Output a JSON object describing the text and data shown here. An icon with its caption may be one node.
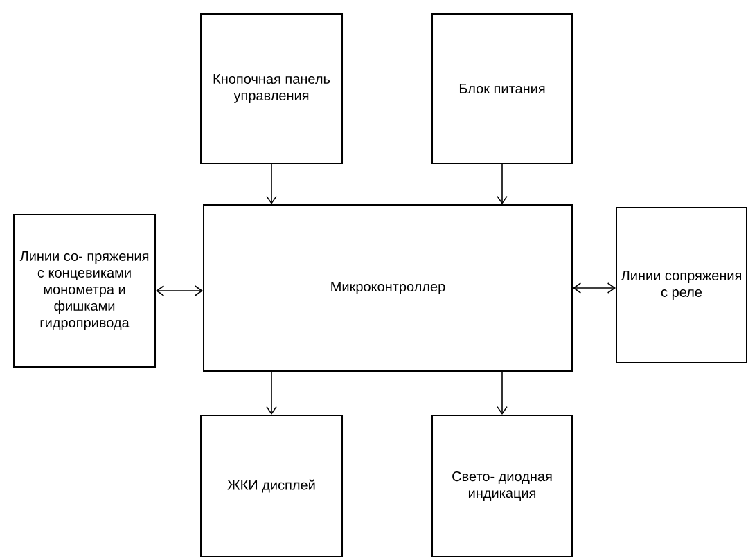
{
  "diagram": {
    "nodes": [
      {
        "text": [
          "Кнопочная панель управления"
        ]
      },
      {
        "text": [
          "Блок питания"
        ]
      },
      {
        "text": [
          "Линии со- пряжения с концевиками монометра и фишками гидропривода"
        ]
      },
      {
        "text": [
          "Микроконтроллер"
        ]
      },
      {
        "text": [
          "Линии сопряжения с реле"
        ]
      },
      {
        "text": [
          "ЖКИ дисплей"
        ]
      },
      {
        "text": [
          "Свето- диодная индикация"
        ]
      }
    ],
    "edges": [
      {
        "from": 0,
        "to": 3,
        "arrow": "to"
      },
      {
        "from": 1,
        "to": 3,
        "arrow": "to"
      },
      {
        "from": 2,
        "to": 3,
        "arrow": "both"
      },
      {
        "from": 3,
        "to": 4,
        "arrow": "both"
      },
      {
        "from": 3,
        "to": 5,
        "arrow": "to"
      },
      {
        "from": 3,
        "to": 6,
        "arrow": "to"
      }
    ]
  }
}
